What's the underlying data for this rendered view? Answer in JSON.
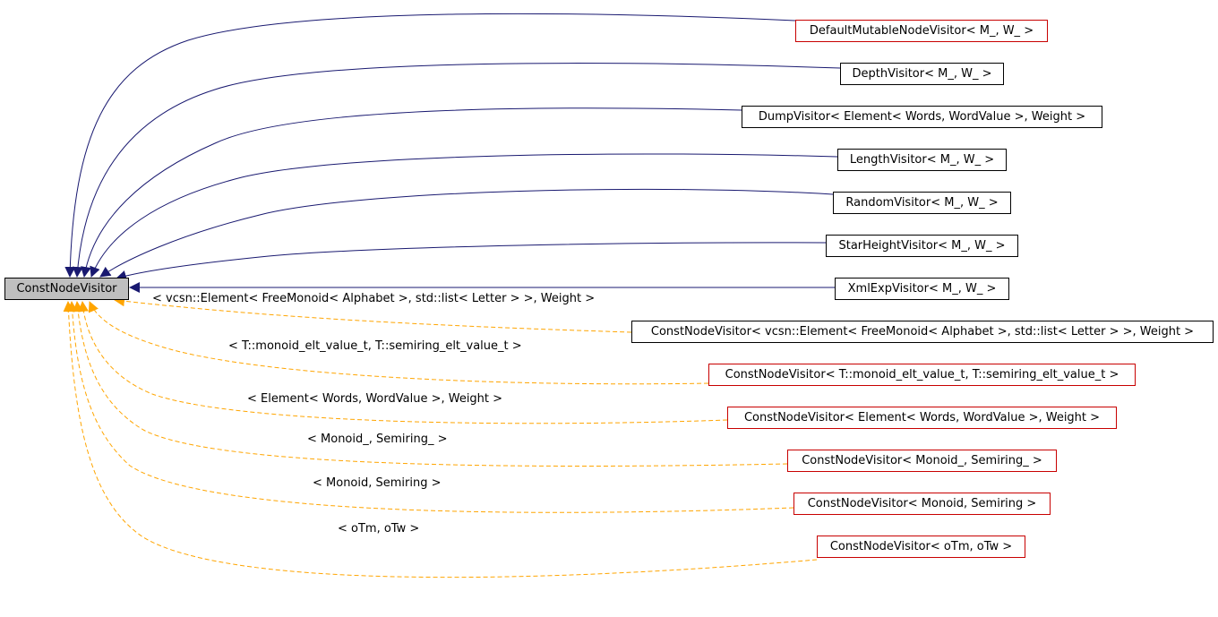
{
  "base_node": {
    "label": "ConstNodeVisitor"
  },
  "colors": {
    "inherit_edge": "#191970",
    "template_edge": "#ffa500",
    "internal_border": "#000000",
    "undocumented_border": "#c80000",
    "base_fill": "#bfbfbf"
  },
  "derived_nodes": [
    {
      "label": "DefaultMutableNodeVisitor< M_, W_ >",
      "border": "red"
    },
    {
      "label": "DepthVisitor< M_, W_ >",
      "border": "black"
    },
    {
      "label": "DumpVisitor< Element< Words, WordValue >, Weight >",
      "border": "black"
    },
    {
      "label": "LengthVisitor< M_, W_ >",
      "border": "black"
    },
    {
      "label": "RandomVisitor< M_, W_ >",
      "border": "black"
    },
    {
      "label": "StarHeightVisitor< M_, W_ >",
      "border": "black"
    },
    {
      "label": "XmlExpVisitor< M_, W_ >",
      "border": "black"
    }
  ],
  "template_instances": [
    {
      "label": "ConstNodeVisitor< vcsn::Element< FreeMonoid< Alphabet >, std::list< Letter > >, Weight >",
      "edge_label": "< vcsn::Element< FreeMonoid< Alphabet >, std::list< Letter > >, Weight >",
      "border": "black"
    },
    {
      "label": "ConstNodeVisitor< T::monoid_elt_value_t, T::semiring_elt_value_t >",
      "edge_label": "< T::monoid_elt_value_t, T::semiring_elt_value_t >",
      "border": "red"
    },
    {
      "label": "ConstNodeVisitor< Element< Words, WordValue >, Weight >",
      "edge_label": "< Element< Words, WordValue >, Weight >",
      "border": "red"
    },
    {
      "label": "ConstNodeVisitor< Monoid_, Semiring_ >",
      "edge_label": "< Monoid_, Semiring_ >",
      "border": "red"
    },
    {
      "label": "ConstNodeVisitor< Monoid, Semiring >",
      "edge_label": "< Monoid, Semiring >",
      "border": "red"
    },
    {
      "label": "ConstNodeVisitor< oTm, oTw >",
      "edge_label": "< oTm, oTw >",
      "border": "red"
    }
  ]
}
